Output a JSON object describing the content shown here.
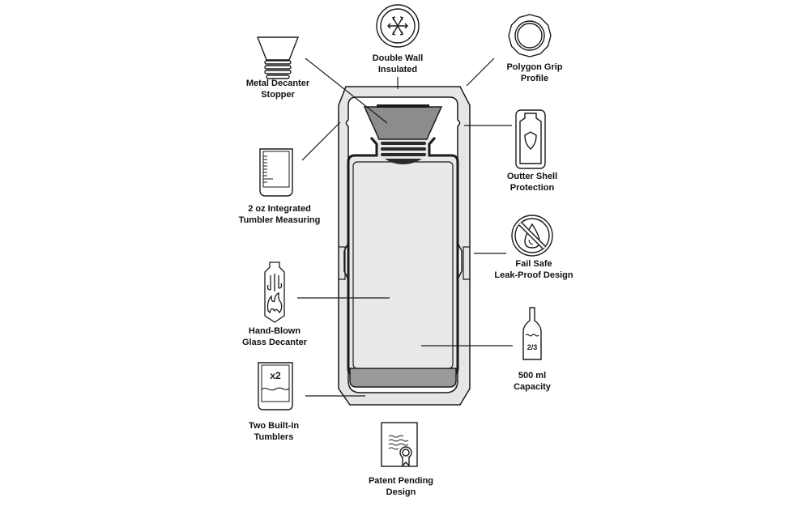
{
  "title": "Decanter Features Diagram",
  "colors": {
    "stroke": "#1a1a1a",
    "shell": "#e6e6e6",
    "glass": "#e8e8e8",
    "stopper": "#8c8c8c",
    "tumbler_base": "#9a9a9a",
    "background": "#ffffff"
  },
  "features": [
    {
      "id": "metal-decanter-stopper",
      "icon": "stopper-icon",
      "lines": [
        "Metal Decanter",
        "Stopper"
      ]
    },
    {
      "id": "double-wall-insulated",
      "icon": "snowflake-icon",
      "lines": [
        "Double Wall",
        "Insulated"
      ]
    },
    {
      "id": "polygon-grip-profile",
      "icon": "polygon-icon",
      "lines": [
        "Polygon Grip",
        "Profile"
      ]
    },
    {
      "id": "outter-shell-protection",
      "icon": "shield-bottle-icon",
      "lines": [
        "Outter Shell",
        "Protection"
      ]
    },
    {
      "id": "2oz-integrated-tumbler",
      "icon": "measuring-cup-icon",
      "lines": [
        "2 oz Integrated",
        "Tumbler Measuring"
      ]
    },
    {
      "id": "fail-safe-leak-proof",
      "icon": "no-drop-icon",
      "lines": [
        "Fail Safe",
        "Leak-Proof Design"
      ]
    },
    {
      "id": "hand-blown-glass",
      "icon": "flame-decanter-icon",
      "lines": [
        "Hand-Blown",
        "Glass Decanter"
      ]
    },
    {
      "id": "500ml-capacity",
      "icon": "bottle-icon",
      "lines": [
        "500 ml",
        "Capacity"
      ],
      "badge": "2/3"
    },
    {
      "id": "two-built-in-tumblers",
      "icon": "tumbler-icon",
      "lines": [
        "Two Built-In",
        "Tumblers"
      ],
      "badge": "x2"
    },
    {
      "id": "patent-pending",
      "icon": "certificate-icon",
      "lines": [
        "Patent Pending",
        "Design"
      ]
    }
  ]
}
